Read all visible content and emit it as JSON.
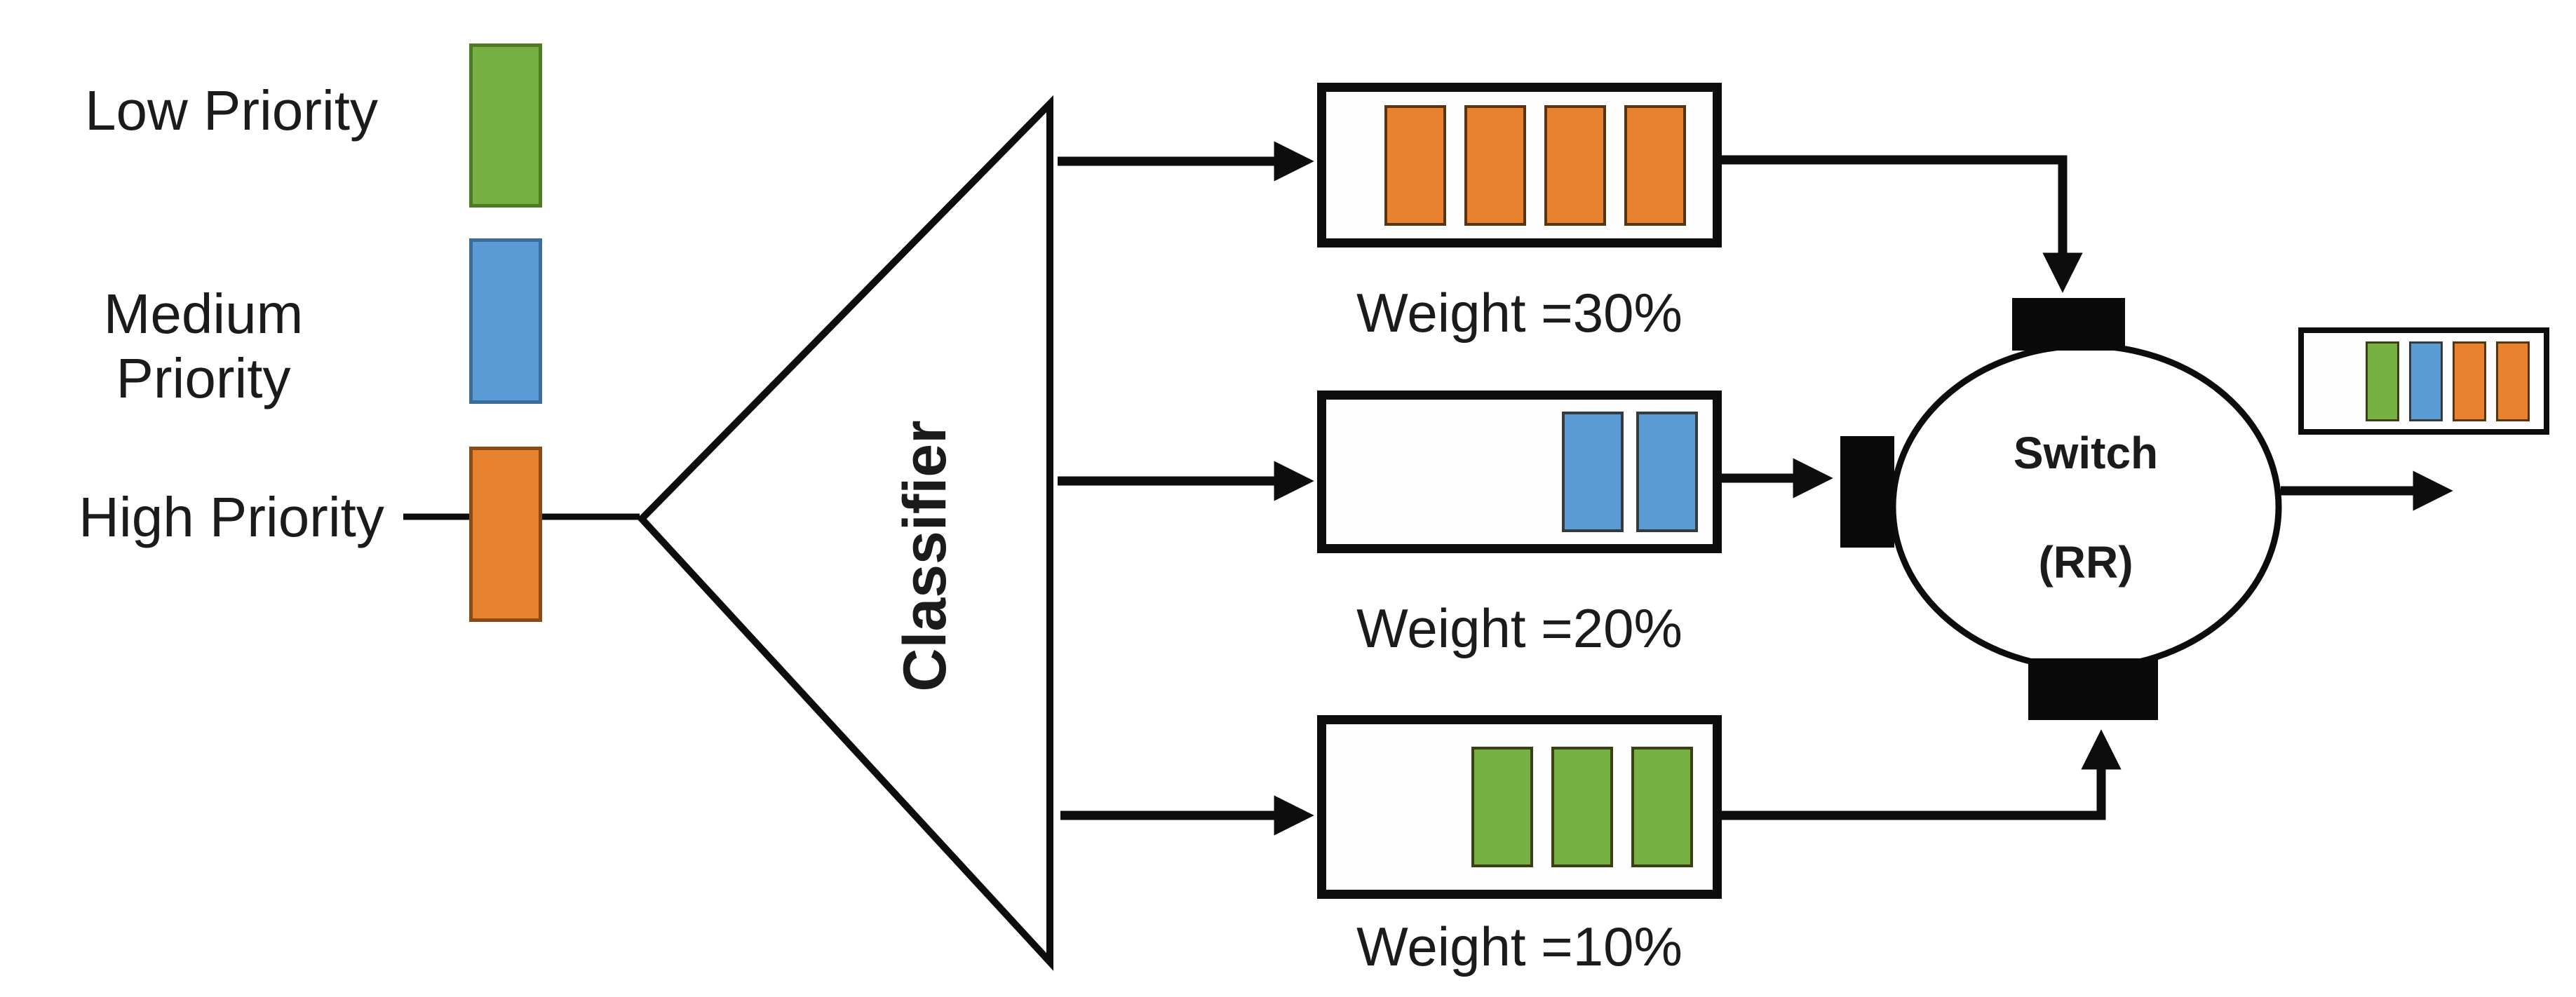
{
  "colors": {
    "green": "#76b043",
    "green_border": "#4e7a24",
    "blue": "#5b9bd5",
    "blue_border": "#3c6c99",
    "orange": "#e8822f",
    "orange_border": "#8a4a16",
    "line": "#0d0d0d"
  },
  "legend": {
    "items": [
      {
        "label": "Low Priority",
        "color": "green"
      },
      {
        "label": "Medium Priority",
        "color": "blue"
      },
      {
        "label": "High Priority",
        "color": "orange"
      }
    ]
  },
  "classifier": {
    "label": "Classifier"
  },
  "queues": [
    {
      "name": "high-priority-queue",
      "weight_label": "Weight =30%",
      "packets": [
        "orange",
        "orange",
        "orange",
        "orange"
      ]
    },
    {
      "name": "medium-priority-queue",
      "weight_label": "Weight =20%",
      "packets": [
        "blue",
        "blue"
      ]
    },
    {
      "name": "low-priority-queue",
      "weight_label": "Weight =10%",
      "packets": [
        "green",
        "green",
        "green"
      ]
    }
  ],
  "switch": {
    "label_line1": "Switch",
    "label_line2": "(RR)"
  },
  "output_queue": {
    "packets": [
      "green",
      "blue",
      "orange",
      "orange"
    ]
  }
}
